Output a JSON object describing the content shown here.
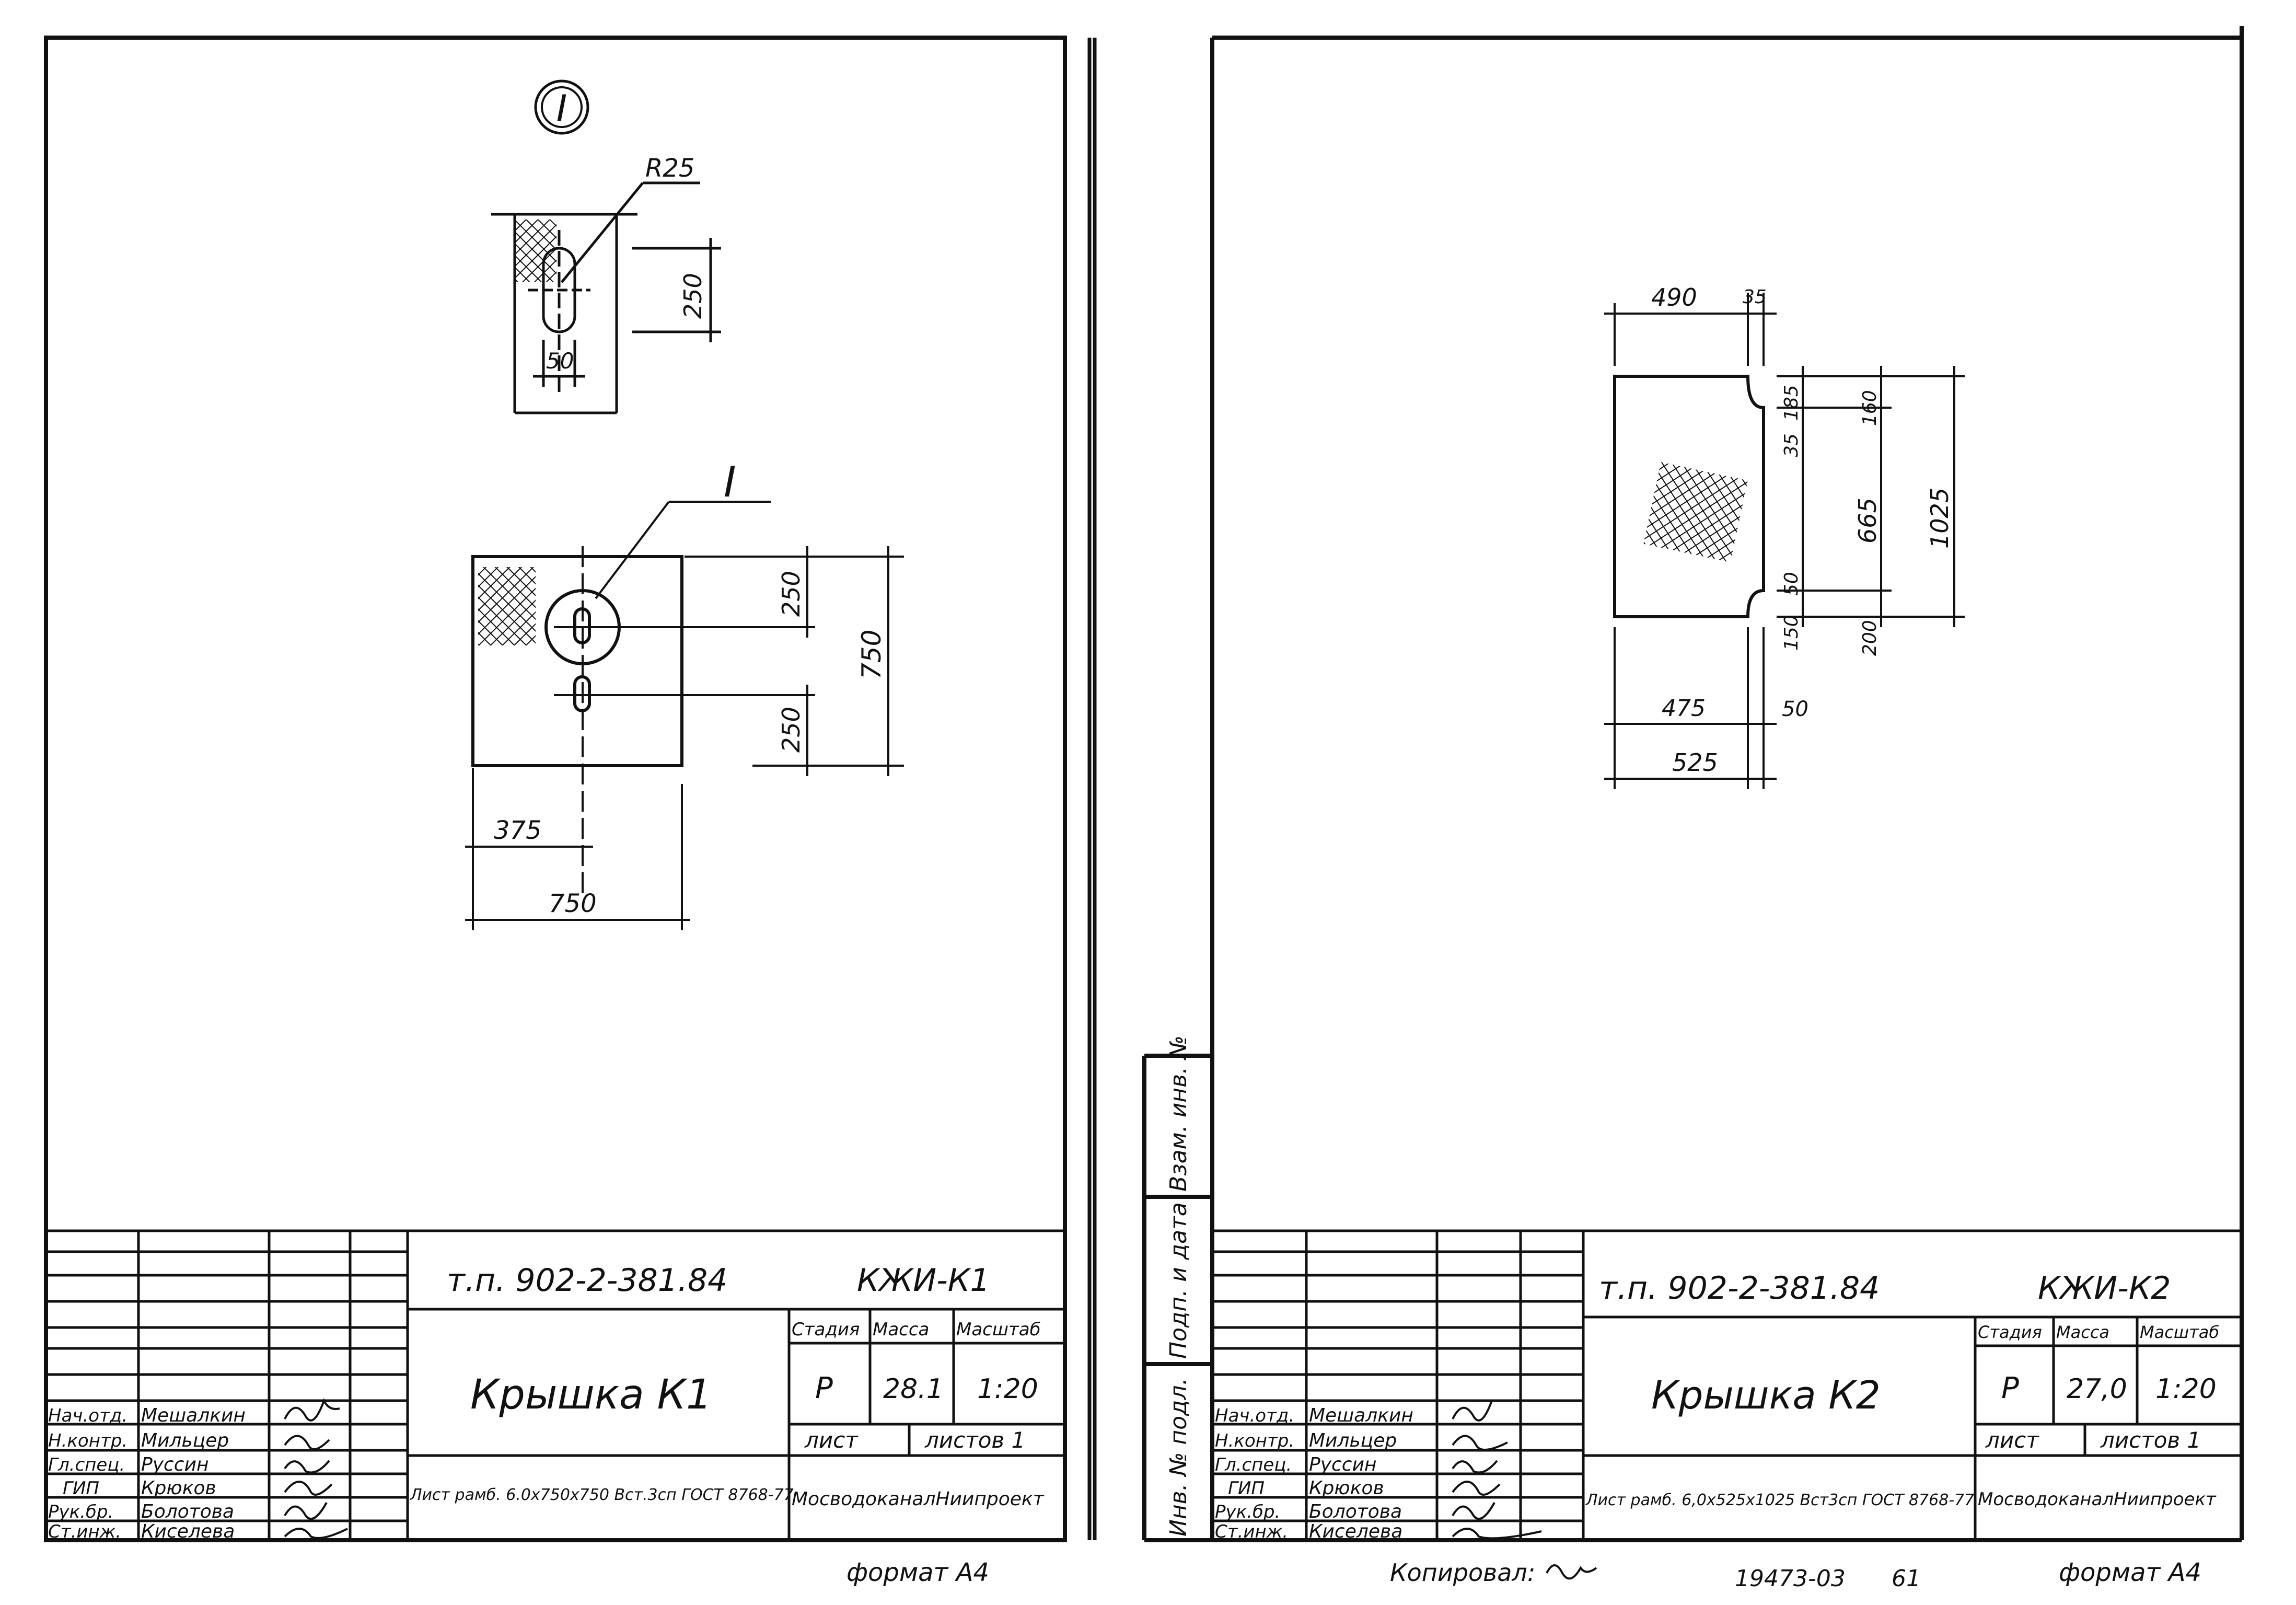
{
  "sheet1": {
    "detail_marker": "I",
    "detail_callout": "I",
    "dims": {
      "radius": "R25",
      "slot_length": "250",
      "slot_width": "50",
      "offset_top": "250",
      "offset_bottom": "250",
      "overall_height": "750",
      "half_width": "375",
      "overall_width": "750"
    },
    "project_code": "т.п. 902-2-381.84",
    "sheet_code": "КЖИ-К1",
    "title": "Крышка К1",
    "header_stage": "Стадия",
    "header_mass": "Масса",
    "header_scale": "Масштаб",
    "stage": "Р",
    "mass": "28.1",
    "scale": "1:20",
    "sheet_label": "лист",
    "sheets_label": "листов 1",
    "material": "Лист рамб. 6.0x750x750 Вст.3сп ГОСТ 8768-77",
    "organization": "МосводоканалНиипроект",
    "format": "формат А4",
    "staff": [
      {
        "role": "Нач.отд.",
        "name": "Мешалкин"
      },
      {
        "role": "Н.контр.",
        "name": "Мильцер"
      },
      {
        "role": "Гл.спец.",
        "name": "Руссин"
      },
      {
        "role": "ГИП",
        "name": "Крюков"
      },
      {
        "role": "Рук.бр.",
        "name": "Болотова"
      },
      {
        "role": "Ст.инж.",
        "name": "Киселева"
      }
    ]
  },
  "sheet2": {
    "dims": {
      "top_width": "490",
      "notch_width": "35",
      "r_top_1": "185",
      "r_top_2": "160",
      "notch_left": "35",
      "middle": "665",
      "overall_height": "1025",
      "notch_bottom": "50",
      "r_bottom_1": "150",
      "r_bottom_2": "200",
      "bottom_width": "475",
      "bottom_notch": "50",
      "overall_width": "525"
    },
    "project_code": "т.п. 902-2-381.84",
    "sheet_code": "КЖИ-К2",
    "title": "Крышка К2",
    "header_stage": "Стадия",
    "header_mass": "Масса",
    "header_scale": "Масштаб",
    "stage": "Р",
    "mass": "27,0",
    "scale": "1:20",
    "sheet_label": "лист",
    "sheets_label": "листов 1",
    "material": "Лист рамб. 6,0x525x1025 Вст3сп ГОСТ 8768-77",
    "organization": "МосводоканалНиипроект",
    "format": "формат А4",
    "staff": [
      {
        "role": "Нач.отд.",
        "name": "Мешалкин"
      },
      {
        "role": "Н.контр.",
        "name": "Мильцер"
      },
      {
        "role": "Гл.спец.",
        "name": "Руссин"
      },
      {
        "role": "ГИП",
        "name": "Крюков"
      },
      {
        "role": "Рук.бр.",
        "name": "Болотова"
      },
      {
        "role": "Ст.инж.",
        "name": "Киселева"
      }
    ]
  },
  "strip": {
    "inv_no": "Инв. № подл.",
    "sign_date": "Подп. и дата",
    "replace_inv": "Взам. инв. №"
  },
  "footer": {
    "copied": "Копировал:",
    "order_no": "19473-03",
    "page_no": "61"
  }
}
